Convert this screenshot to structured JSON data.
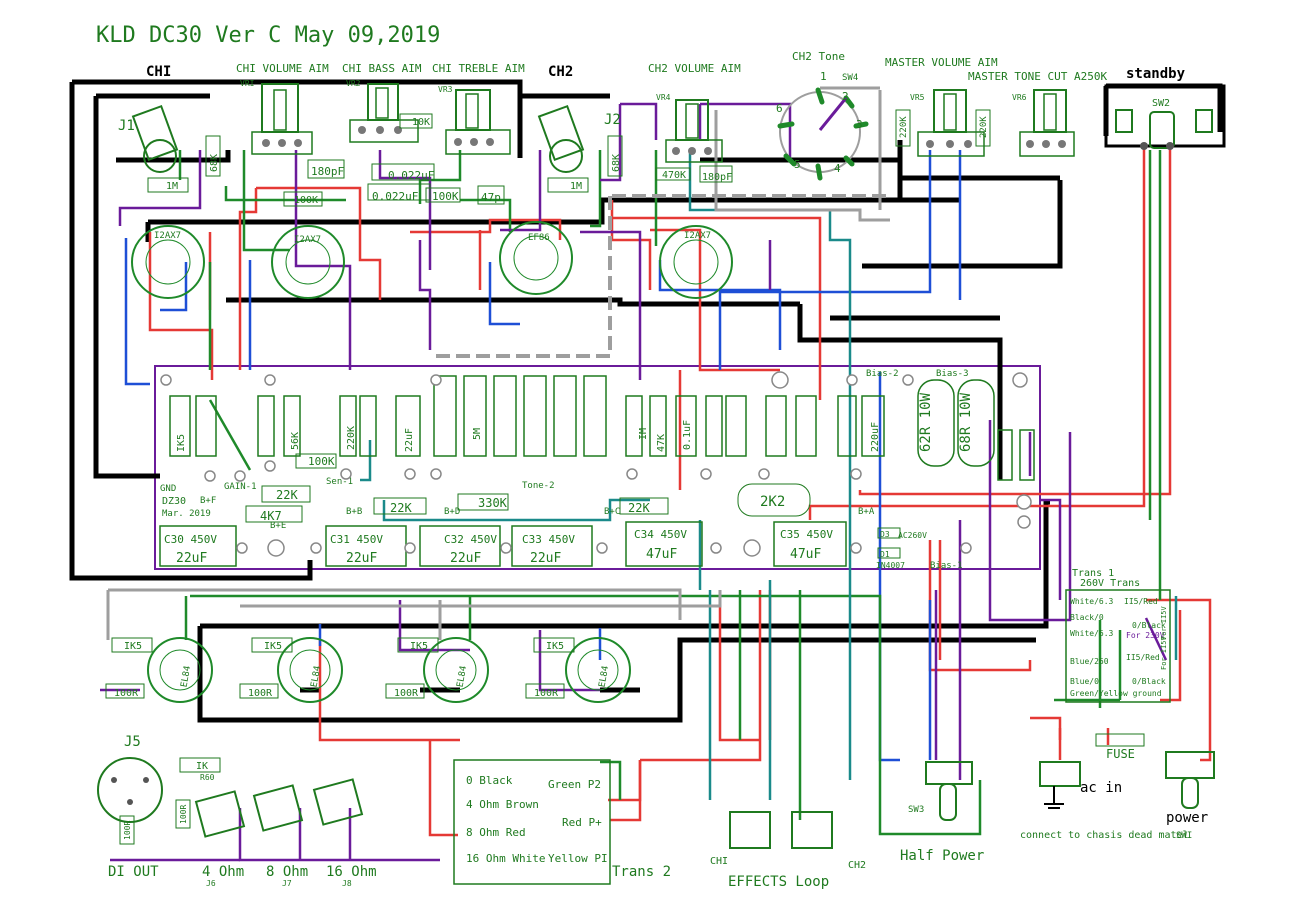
{
  "title": "KLD DC30 Ver C May 09,2019",
  "header": {
    "ch1": "CHI",
    "ch2": "CH2",
    "ch1_volume": "CHI VOLUME AIM",
    "ch1_bass": "CHI BASS AIM",
    "ch1_treble": "CHI TREBLE AIM",
    "ch2_volume": "CH2 VOLUME AIM",
    "ch2_tone": "CH2 Tone",
    "master_volume": "MASTER VOLUME AIM",
    "master_tone": "MASTER TONE CUT A250K",
    "standby": "standby"
  },
  "refs": {
    "vr1": "VRI",
    "vr2": "VR2",
    "vr3": "VR3",
    "vr4": "VR4",
    "vr5": "VR5",
    "vr6": "VR6",
    "sw4": "SW4",
    "sw2": "SW2",
    "sw3": "SW3",
    "sw1": "SWI",
    "j1": "J1",
    "j2": "J2",
    "j5": "J5",
    "j6": "J6",
    "j7": "J7",
    "j8": "J8"
  },
  "tubes": {
    "v1": "I2AX7",
    "v2": "I2AX7",
    "v3": "EF86",
    "v4": "I2AX7",
    "v5": "EL84",
    "v6": "EL84",
    "v7": "EL84",
    "v8": "EL84"
  },
  "board": {
    "name": "DZ30",
    "date": "Mar. 2019",
    "caps": [
      {
        "label": "C30 450V",
        "value": "22uF"
      },
      {
        "label": "C31 450V",
        "value": "22uF"
      },
      {
        "label": "C32 450V",
        "value": "22uF"
      },
      {
        "label": "C33 450V",
        "value": "22uF"
      },
      {
        "label": "C34 450V",
        "value": "47uF"
      },
      {
        "label": "C35 450V",
        "value": "47uF"
      }
    ],
    "resistors": [
      "22K",
      "4K7",
      "22K",
      "330K",
      "22K",
      "2K2",
      "100K",
      "62R 10W",
      "68R 10W",
      "IK5",
      "56K",
      "220K",
      "IM",
      "5M",
      "47K",
      "22uF",
      "0.1uF",
      "220uF"
    ],
    "nodes": [
      "B+F",
      "B+E",
      "B+D",
      "B+C",
      "B+B",
      "B+A",
      "GND",
      "GAIN-1",
      "Sen-1",
      "Tone-2",
      "Bias-1",
      "Bias-2",
      "Bias-3"
    ],
    "diodes": [
      "D3",
      "D1",
      "IN4007",
      "AC260V"
    ]
  },
  "pots": {
    "vr1_cap": "180pF",
    "vr2_r": "10K",
    "vr2_cap1": "0.022uF",
    "vr2_cap2": "0.022uF",
    "vr3_r": "100K",
    "vr3_cap": "47p",
    "vr4_r": "470K",
    "vr4_cap": "180pF",
    "j1_r1": "68K",
    "j1_r2": "1M",
    "j2_r1": "68K",
    "j2_r2": "1M",
    "r_100k": "100K",
    "vr5_r": "220K"
  },
  "power_tubes": {
    "grid_r": "IK5",
    "cathode_r": "100R"
  },
  "trans1": {
    "title": "Trans 1",
    "subtitle": "260V Trans",
    "pins": [
      "White/6.3",
      "Black/0",
      "White/6.3",
      "Blue/260",
      "Blue/0",
      "Green/Yellow ground"
    ],
    "right_pins": [
      "II5/Red",
      "0/Black",
      "II5/Red",
      "0/Black"
    ],
    "notes": [
      "For 230V",
      "For II5V",
      "For II5V"
    ]
  },
  "trans2": {
    "left": [
      "0 Black",
      "4 Ohm Brown",
      "8 Ohm Red",
      "16 Ohm White"
    ],
    "right": [
      "Green P2",
      "Red P+",
      "Yellow PI"
    ],
    "name": "Trans 2"
  },
  "outputs": {
    "di": "DI OUT",
    "j6": "4 Ohm",
    "j7": "8 Ohm",
    "j8": "16 Ohm",
    "r60": "IK",
    "r60_ref": "R60",
    "r61": "100R",
    "r62": "100R"
  },
  "effects": {
    "label": "EFFECTS Loop",
    "j3": "CHI",
    "j4": "CH2"
  },
  "power": {
    "fuse": "FUSE",
    "ac_in": "ac in",
    "power": "power",
    "sw1": "SWI",
    "chassis": "connect to chasis dead matel",
    "half_power": "Half Power"
  },
  "colors": {
    "wire_black": "#000000",
    "wire_red": "#e53935",
    "wire_blue": "#1e4fd6",
    "wire_green": "#1f8a2a",
    "wire_purple": "#6a1b9a",
    "wire_teal": "#1a8a8a",
    "wire_gray": "#9e9e9e",
    "text_green": "#1f7a1f"
  }
}
